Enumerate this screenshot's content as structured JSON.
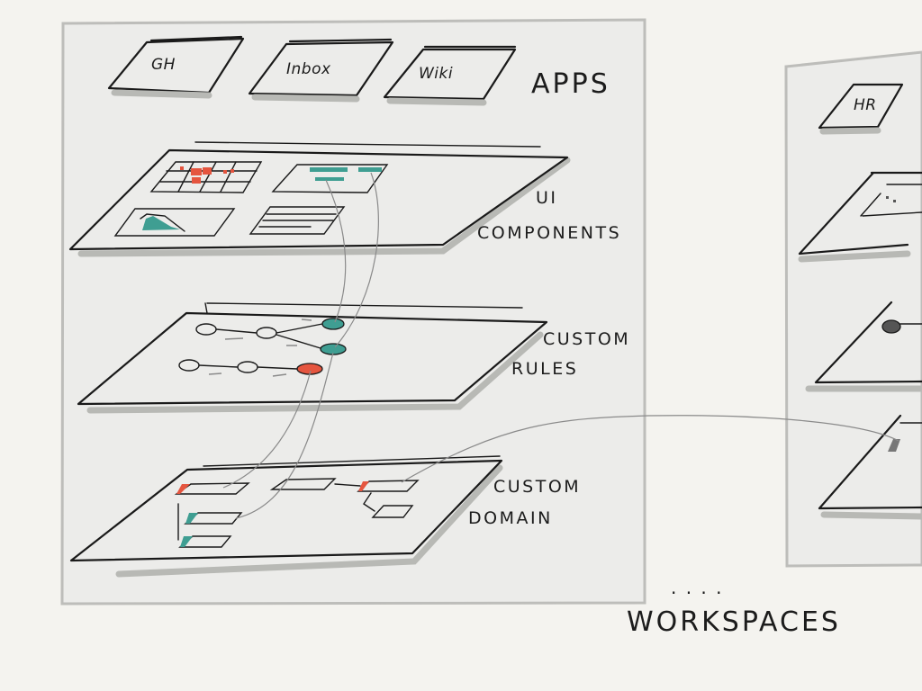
{
  "workspace_main": {
    "apps": [
      "GH",
      "Inbox",
      "Wiki"
    ],
    "apps_label": "APPS",
    "layers": [
      {
        "label_lines": [
          "UI",
          "COMPONENTS"
        ]
      },
      {
        "label_lines": [
          "CUSTOM",
          "RULES"
        ]
      },
      {
        "label_lines": [
          "CUSTOM",
          "DOMAIN"
        ]
      }
    ]
  },
  "workspace_secondary": {
    "apps": [
      "HR"
    ]
  },
  "footer": {
    "ellipsis": ". . . .",
    "label": "WORKSPACES"
  },
  "colors": {
    "panel": "#ececea",
    "panel_border": "#bdbdba",
    "teal": "#3f9e92",
    "red": "#e5553f",
    "shadow": "#b8b9b5"
  }
}
